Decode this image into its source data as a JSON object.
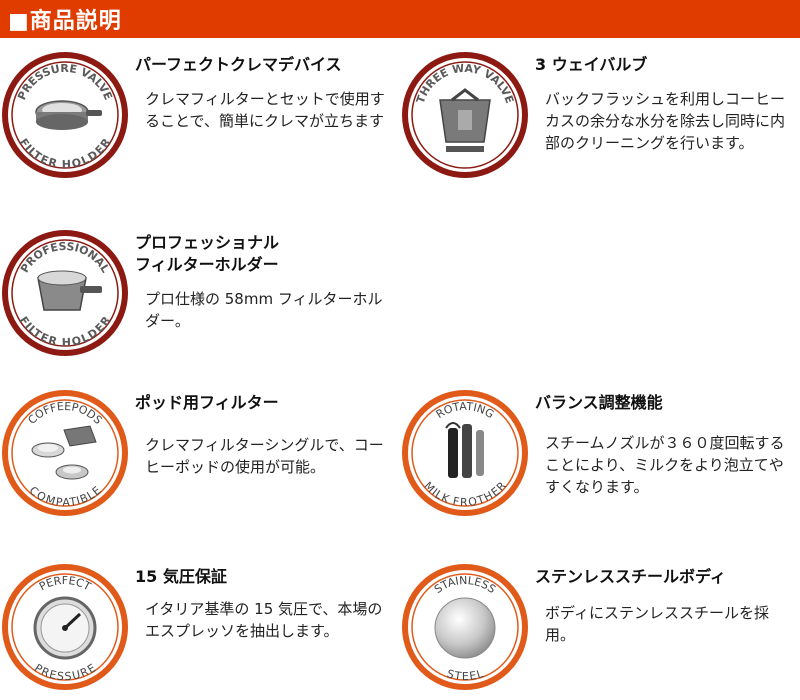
{
  "header": {
    "title": "■商品説明"
  },
  "colors": {
    "accent": "#e03c00",
    "badge_ring": "#8c1a12",
    "badge_ring_orange": "#e05a1a"
  },
  "features": [
    {
      "title": "パーフェクトクレマデバイス",
      "title_line2": "",
      "desc": "クレマフィルターとセットで使用することで、簡単にクレマが立ちます",
      "badge_top": "PRESSURE VALVE",
      "badge_bottom": "FILTER HOLDER",
      "icon": "filter-holder-icon"
    },
    {
      "title": "3 ウェイバルブ",
      "title_line2": "",
      "desc": "バックフラッシュを利用しコーヒーカスの余分な水分を除去し同時に内部のクリーニングを行います。",
      "badge_top": "THREE WAY VALVE",
      "badge_bottom": "",
      "icon": "valve-icon"
    },
    {
      "title": "プロフェッショナル",
      "title_line2": "フィルターホルダー",
      "desc": "プロ仕様の 58mm フィルターホルダー。",
      "badge_top": "PROFESSIONAL",
      "badge_bottom": "FILTER HOLDER",
      "icon": "professional-holder-icon"
    },
    {
      "title": "ポッド用フィルター",
      "title_line2": "",
      "desc": "クレマフィルターシングルで、コーヒーポッドの使用が可能。",
      "badge_top": "COFFEEPODS",
      "badge_bottom": "COMPATIBLE",
      "icon": "coffee-pod-icon"
    },
    {
      "title": "バランス調整機能",
      "title_line2": "",
      "desc": "スチームノズルが３６０度回転することにより、ミルクをより泡立てやすくなります。",
      "badge_top": "ROTATING",
      "badge_bottom": "MILK FROTHER",
      "icon": "milk-frother-icon"
    },
    {
      "title": "15 気圧保証",
      "title_line2": "",
      "desc": "イタリア基準の 15 気圧で、本場のエスプレッソを抽出します。",
      "badge_top": "PERFECT",
      "badge_bottom": "PRESSURE",
      "icon": "pressure-gauge-icon"
    },
    {
      "title": "ステンレススチールボディ",
      "title_line2": "",
      "desc": "ボディにステンレススチールを採用。",
      "badge_top": "STAINLESS",
      "badge_bottom": "STEEL",
      "icon": "stainless-steel-icon"
    }
  ]
}
